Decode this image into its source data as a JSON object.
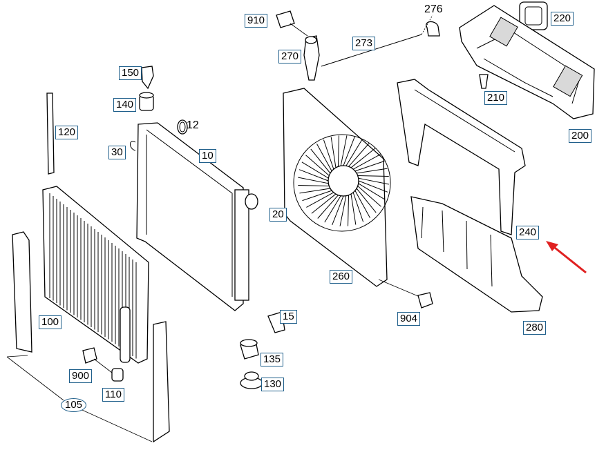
{
  "diagram": {
    "callouts": {
      "c910": "910",
      "c276": "276",
      "c220": "220",
      "c273": "273",
      "c270": "270",
      "c150": "150",
      "c140": "140",
      "c210": "210",
      "c12": "12",
      "c120": "120",
      "c200": "200",
      "c30": "30",
      "c10": "10",
      "c20": "20",
      "c240": "240",
      "c260": "260",
      "c100": "100",
      "c904": "904",
      "c15": "15",
      "c280": "280",
      "c135": "135",
      "c900": "900",
      "c130": "130",
      "c110": "110",
      "c105": "105"
    },
    "colors": {
      "callout_border": "#1f5f8b",
      "arrow": "#e02020",
      "line": "#000000"
    },
    "highlight_arrow_target": "240"
  }
}
